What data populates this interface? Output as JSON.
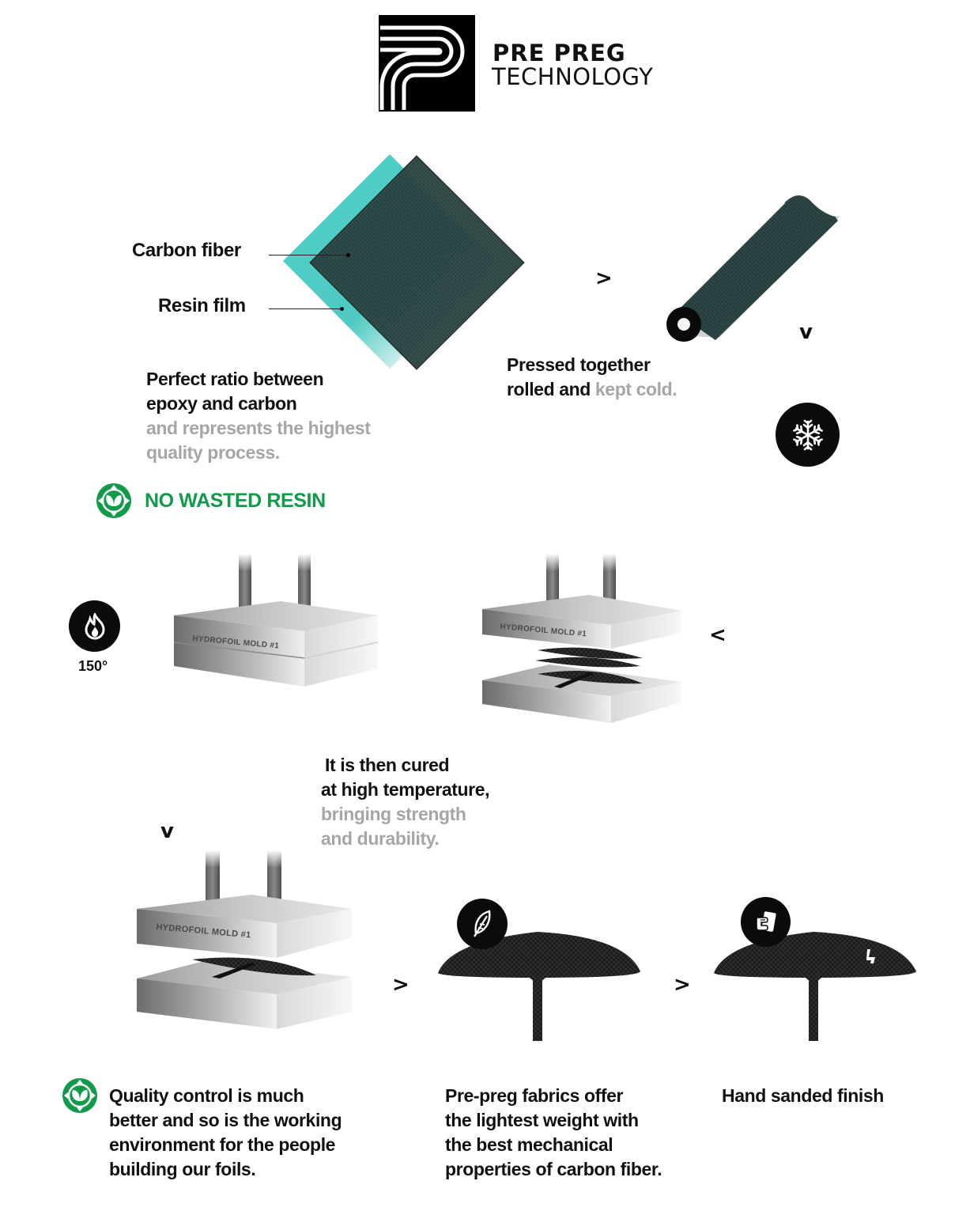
{
  "header": {
    "title": "PRE PREG",
    "subtitle": "TECHNOLOGY"
  },
  "layers": {
    "carbon_label": "Carbon fiber",
    "resin_label": "Resin film"
  },
  "step1": {
    "line1": "Perfect ratio between",
    "line2": "epoxy and carbon",
    "line3": "and represents the highest",
    "line4": "quality process."
  },
  "step2": {
    "line1": "Pressed together",
    "line2_dark": "rolled and ",
    "line2_muted": "kept cold."
  },
  "badges": {
    "no_waste": "NO WASTED RESIN",
    "temperature": "150°"
  },
  "molds": {
    "label": "HYDROFOIL MOLD #1"
  },
  "step3": {
    "line1": "It is then cured",
    "line2": "at high temperature,",
    "line3": "bringing strength",
    "line4": "and durability."
  },
  "arrows": {
    "right": ">",
    "left": "<",
    "down": "v"
  },
  "bottom": {
    "quality_1": "Quality control is much",
    "quality_2": "better and so is the working",
    "quality_3": "environment for the people",
    "quality_4": "building our foils.",
    "fabrics_1": "Pre-preg fabrics offer",
    "fabrics_2": "the lightest weight with",
    "fabrics_3": "the best mechanical",
    "fabrics_4": "properties of carbon fiber.",
    "finish": "Hand sanded finish"
  },
  "colors": {
    "accent_green": "#109a4a",
    "resin_cyan": "#4fc9c2",
    "carbon_dark": "#1f2a2a",
    "muted_text": "#a6a6a6"
  },
  "icons": {
    "logo": "pre-preg-p-logo-icon",
    "snowflake": "snowflake-icon",
    "flame": "flame-icon",
    "eco": "eco-leaf-icon",
    "feather": "feather-icon",
    "sanding": "hand-sanding-icon"
  }
}
